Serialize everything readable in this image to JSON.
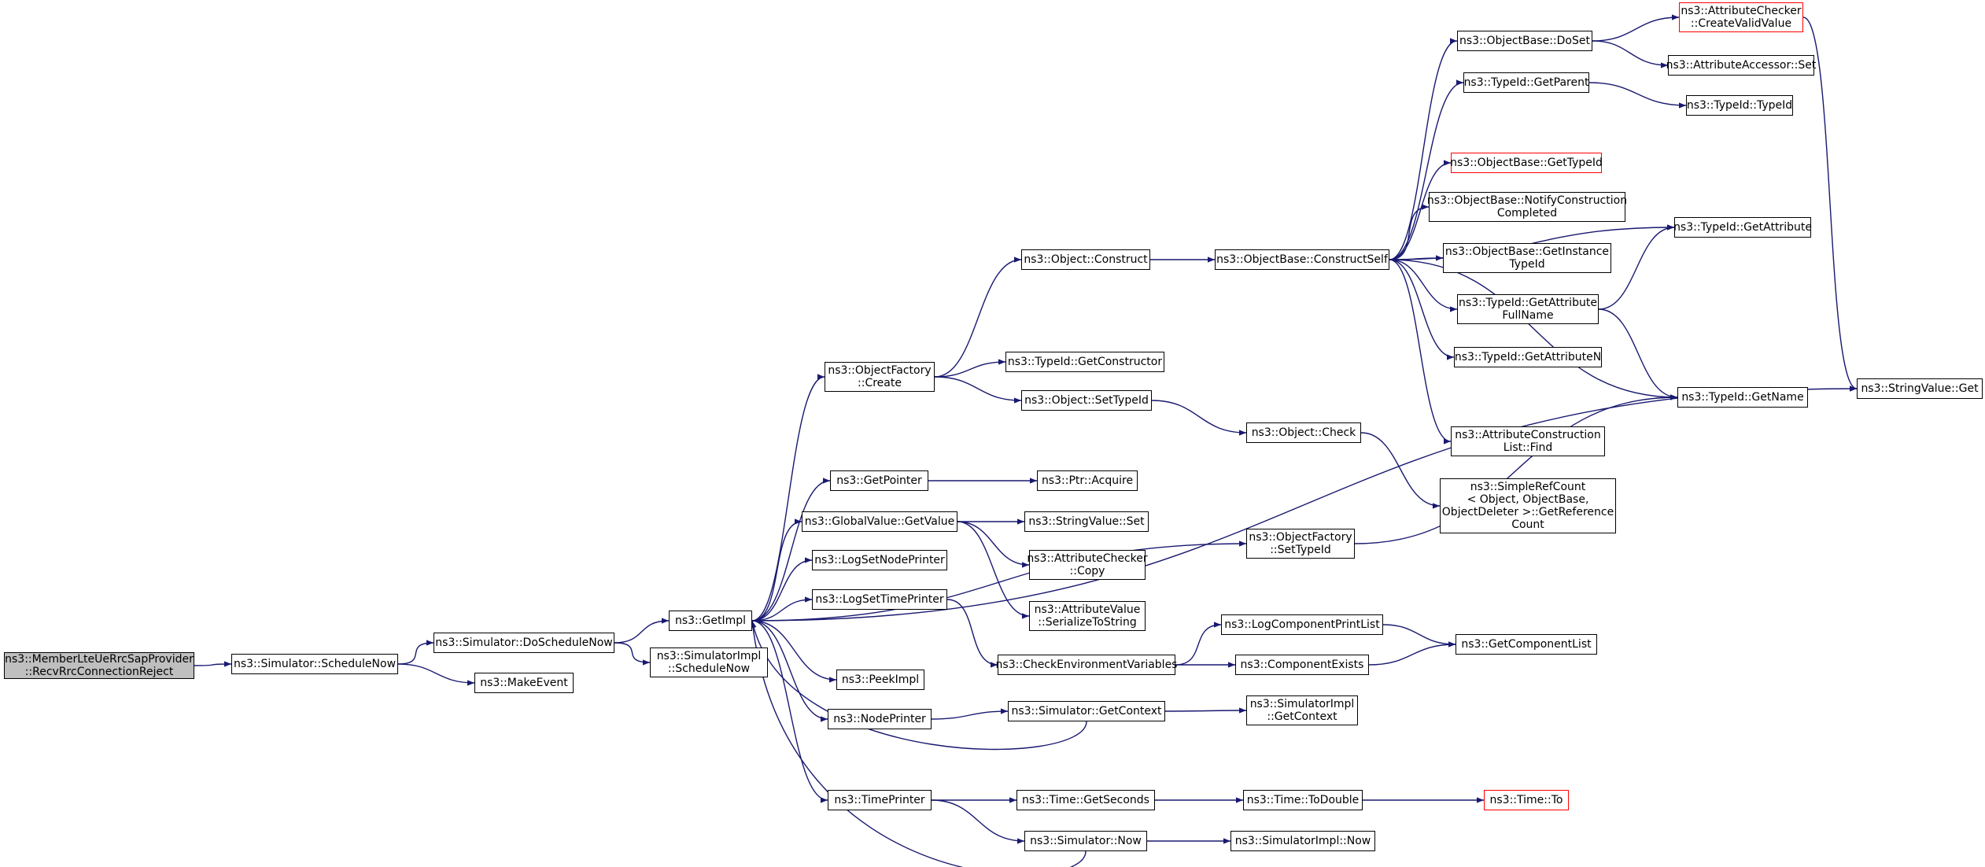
{
  "nodes": [
    {
      "id": "root",
      "lines": [
        "ns3::MemberLteUeRrcSapProvider",
        "::RecvRrcConnectionReject"
      ],
      "style": "root"
    },
    {
      "id": "scheduleNow",
      "lines": [
        "ns3::Simulator::ScheduleNow"
      ]
    },
    {
      "id": "doScheduleNow",
      "lines": [
        "ns3::Simulator::DoScheduleNow"
      ]
    },
    {
      "id": "makeEvent",
      "lines": [
        "ns3::MakeEvent"
      ]
    },
    {
      "id": "getImpl",
      "lines": [
        "ns3::GetImpl"
      ]
    },
    {
      "id": "simImplScheduleNow",
      "lines": [
        "ns3::SimulatorImpl",
        "::ScheduleNow"
      ]
    },
    {
      "id": "objFactoryCreate",
      "lines": [
        "ns3::ObjectFactory",
        "::Create"
      ]
    },
    {
      "id": "getPointer",
      "lines": [
        "ns3::GetPointer"
      ]
    },
    {
      "id": "globalGetValue",
      "lines": [
        "ns3::GlobalValue::GetValue"
      ]
    },
    {
      "id": "logSetNodePrinter",
      "lines": [
        "ns3::LogSetNodePrinter"
      ]
    },
    {
      "id": "logSetTimePrinter",
      "lines": [
        "ns3::LogSetTimePrinter"
      ]
    },
    {
      "id": "peekImpl",
      "lines": [
        "ns3::PeekImpl"
      ]
    },
    {
      "id": "nodePrinter",
      "lines": [
        "ns3::NodePrinter"
      ]
    },
    {
      "id": "timePrinter",
      "lines": [
        "ns3::TimePrinter"
      ]
    },
    {
      "id": "objectConstruct",
      "lines": [
        "ns3::Object::Construct"
      ]
    },
    {
      "id": "typeIdGetConstructor",
      "lines": [
        "ns3::TypeId::GetConstructor"
      ]
    },
    {
      "id": "objectSetTypeId",
      "lines": [
        "ns3::Object::SetTypeId"
      ]
    },
    {
      "id": "ptrAcquire",
      "lines": [
        "ns3::Ptr::Acquire"
      ]
    },
    {
      "id": "stringValueSet",
      "lines": [
        "ns3::StringValue::Set"
      ]
    },
    {
      "id": "attrCheckerCopy",
      "lines": [
        "ns3::AttributeChecker",
        "::Copy"
      ]
    },
    {
      "id": "attrValueSerialize",
      "lines": [
        "ns3::AttributeValue",
        "::SerializeToString"
      ]
    },
    {
      "id": "checkEnvVars",
      "lines": [
        "ns3::CheckEnvironmentVariables"
      ]
    },
    {
      "id": "simGetContext",
      "lines": [
        "ns3::Simulator::GetContext"
      ]
    },
    {
      "id": "timeGetSeconds",
      "lines": [
        "ns3::Time::GetSeconds"
      ]
    },
    {
      "id": "simNow",
      "lines": [
        "ns3::Simulator::Now"
      ]
    },
    {
      "id": "constructSelf",
      "lines": [
        "ns3::ObjectBase::ConstructSelf"
      ]
    },
    {
      "id": "objectCheck",
      "lines": [
        "ns3::Object::Check"
      ]
    },
    {
      "id": "objFactorySetTypeId",
      "lines": [
        "ns3::ObjectFactory",
        "::SetTypeId"
      ]
    },
    {
      "id": "logComponentPrintList",
      "lines": [
        "ns3::LogComponentPrintList"
      ]
    },
    {
      "id": "componentExists",
      "lines": [
        "ns3::ComponentExists"
      ]
    },
    {
      "id": "simImplGetContext",
      "lines": [
        "ns3::SimulatorImpl",
        "::GetContext"
      ]
    },
    {
      "id": "timeToDouble",
      "lines": [
        "ns3::Time::ToDouble"
      ]
    },
    {
      "id": "simImplNow",
      "lines": [
        "ns3::SimulatorImpl::Now"
      ]
    },
    {
      "id": "doSet",
      "lines": [
        "ns3::ObjectBase::DoSet"
      ]
    },
    {
      "id": "typeIdGetParent",
      "lines": [
        "ns3::TypeId::GetParent"
      ]
    },
    {
      "id": "objBaseGetTypeId",
      "lines": [
        "ns3::ObjectBase::GetTypeId"
      ],
      "style": "red"
    },
    {
      "id": "notifyConstruction",
      "lines": [
        "ns3::ObjectBase::NotifyConstruction",
        "Completed"
      ]
    },
    {
      "id": "getInstanceTypeId",
      "lines": [
        "ns3::ObjectBase::GetInstance",
        "TypeId"
      ]
    },
    {
      "id": "getAttributeFullName",
      "lines": [
        "ns3::TypeId::GetAttribute",
        "FullName"
      ]
    },
    {
      "id": "getAttributeN",
      "lines": [
        "ns3::TypeId::GetAttributeN"
      ]
    },
    {
      "id": "attrConstructionFind",
      "lines": [
        "ns3::AttributeConstruction",
        "List::Find"
      ]
    },
    {
      "id": "simpleRefCount",
      "lines": [
        "ns3::SimpleRefCount",
        "< Object, ObjectBase,",
        "ObjectDeleter >::GetReference",
        "Count"
      ]
    },
    {
      "id": "getComponentList",
      "lines": [
        "ns3::GetComponentList"
      ]
    },
    {
      "id": "timeTo",
      "lines": [
        "ns3::Time::To"
      ],
      "style": "red"
    },
    {
      "id": "createValidValue",
      "lines": [
        "ns3::AttributeChecker",
        "::CreateValidValue"
      ],
      "style": "red"
    },
    {
      "id": "attrAccessorSet",
      "lines": [
        "ns3::AttributeAccessor::Set"
      ]
    },
    {
      "id": "typeIdTypeId",
      "lines": [
        "ns3::TypeId::TypeId"
      ]
    },
    {
      "id": "typeIdGetAttribute",
      "lines": [
        "ns3::TypeId::GetAttribute"
      ]
    },
    {
      "id": "typeIdGetName",
      "lines": [
        "ns3::TypeId::GetName"
      ]
    },
    {
      "id": "stringValueGet",
      "lines": [
        "ns3::StringValue::Get"
      ]
    }
  ],
  "edges": [
    [
      "root",
      "scheduleNow"
    ],
    [
      "scheduleNow",
      "doScheduleNow"
    ],
    [
      "scheduleNow",
      "makeEvent"
    ],
    [
      "doScheduleNow",
      "getImpl"
    ],
    [
      "doScheduleNow",
      "simImplScheduleNow"
    ],
    [
      "getImpl",
      "objFactoryCreate"
    ],
    [
      "getImpl",
      "getPointer"
    ],
    [
      "getImpl",
      "globalGetValue"
    ],
    [
      "getImpl",
      "logSetNodePrinter"
    ],
    [
      "getImpl",
      "logSetTimePrinter"
    ],
    [
      "getImpl",
      "peekImpl"
    ],
    [
      "getImpl",
      "nodePrinter"
    ],
    [
      "getImpl",
      "timePrinter"
    ],
    [
      "getImpl",
      "objFactorySetTypeId"
    ],
    [
      "getImpl",
      "stringValueGet"
    ],
    [
      "objFactoryCreate",
      "objectConstruct"
    ],
    [
      "objFactoryCreate",
      "typeIdGetConstructor"
    ],
    [
      "objFactoryCreate",
      "objectSetTypeId"
    ],
    [
      "objectConstruct",
      "constructSelf"
    ],
    [
      "objectSetTypeId",
      "objectCheck"
    ],
    [
      "getPointer",
      "ptrAcquire"
    ],
    [
      "globalGetValue",
      "stringValueSet"
    ],
    [
      "globalGetValue",
      "attrCheckerCopy"
    ],
    [
      "globalGetValue",
      "attrValueSerialize"
    ],
    [
      "logSetTimePrinter",
      "checkEnvVars"
    ],
    [
      "checkEnvVars",
      "logComponentPrintList"
    ],
    [
      "checkEnvVars",
      "componentExists"
    ],
    [
      "nodePrinter",
      "simGetContext"
    ],
    [
      "simGetContext",
      "getImpl"
    ],
    [
      "simGetContext",
      "simImplGetContext"
    ],
    [
      "timePrinter",
      "timeGetSeconds"
    ],
    [
      "timePrinter",
      "simNow"
    ],
    [
      "simNow",
      "getImpl"
    ],
    [
      "simNow",
      "simImplNow"
    ],
    [
      "timeGetSeconds",
      "timeToDouble"
    ],
    [
      "timeToDouble",
      "timeTo"
    ],
    [
      "constructSelf",
      "doSet"
    ],
    [
      "constructSelf",
      "typeIdGetParent"
    ],
    [
      "constructSelf",
      "objBaseGetTypeId"
    ],
    [
      "constructSelf",
      "notifyConstruction"
    ],
    [
      "constructSelf",
      "getInstanceTypeId"
    ],
    [
      "constructSelf",
      "getAttributeFullName"
    ],
    [
      "constructSelf",
      "getAttributeN"
    ],
    [
      "constructSelf",
      "attrConstructionFind"
    ],
    [
      "constructSelf",
      "typeIdGetAttribute"
    ],
    [
      "constructSelf",
      "typeIdGetName"
    ],
    [
      "objectCheck",
      "simpleRefCount"
    ],
    [
      "objFactorySetTypeId",
      "typeIdGetName"
    ],
    [
      "logComponentPrintList",
      "getComponentList"
    ],
    [
      "componentExists",
      "getComponentList"
    ],
    [
      "doSet",
      "createValidValue"
    ],
    [
      "doSet",
      "attrAccessorSet"
    ],
    [
      "typeIdGetParent",
      "typeIdTypeId"
    ],
    [
      "getAttributeFullName",
      "typeIdGetAttribute"
    ],
    [
      "getAttributeFullName",
      "typeIdGetName"
    ],
    [
      "createValidValue",
      "stringValueGet"
    ]
  ]
}
